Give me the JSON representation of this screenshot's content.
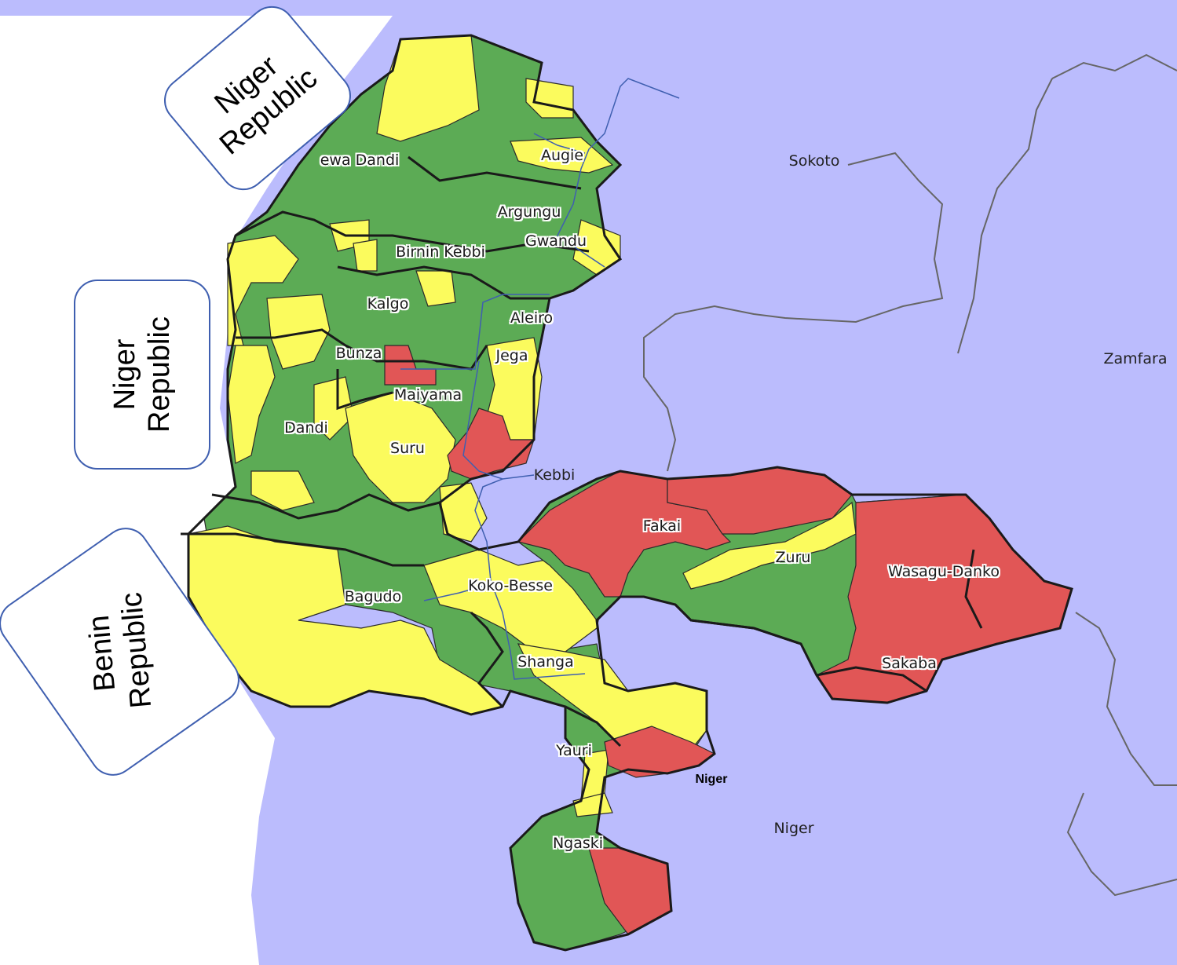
{
  "header_color": "#4472c4",
  "colors": {
    "water_background": "#bbbcfd",
    "outside_land": "#ffffff",
    "green": "#5cab55",
    "yellow": "#fbfb5d",
    "red": "#e15656",
    "boundary": "#1a1a1a",
    "callout_border": "#3f5fb0"
  },
  "neighbors": [
    {
      "id": "niger-north",
      "text": "Niger\nRepublic"
    },
    {
      "id": "niger-west",
      "text": "Niger\nRepublic"
    },
    {
      "id": "benin",
      "text": "Benin\nRepublic"
    }
  ],
  "state_labels": {
    "sokoto": "Sokoto",
    "zamfara": "Zamfara",
    "niger": "Niger",
    "niger_small": "Niger",
    "kebbi": "Kebbi"
  },
  "lga_labels": {
    "arewa_dandi": "ewa Dandi",
    "augie": "Augie",
    "argungu": "Argungu",
    "gwandu": "Gwandu",
    "birnin_kebbi": "Birnin Kebbi",
    "kalgo": "Kalgo",
    "aleiro": "Aleiro",
    "bunza": "Bunza",
    "jega": "Jega",
    "maiyama": "Maiyama",
    "dandi": "Dandi",
    "suru": "Suru",
    "fakai": "Fakai",
    "zuru": "Zuru",
    "wasagu_danko": "Wasagu-Danko",
    "bagudo": "Bagudo",
    "koko_besse": "Koko-Besse",
    "shanga": "Shanga",
    "sakaba": "Sakaba",
    "yauri": "Yauri",
    "ngaski": "Ngaski"
  }
}
